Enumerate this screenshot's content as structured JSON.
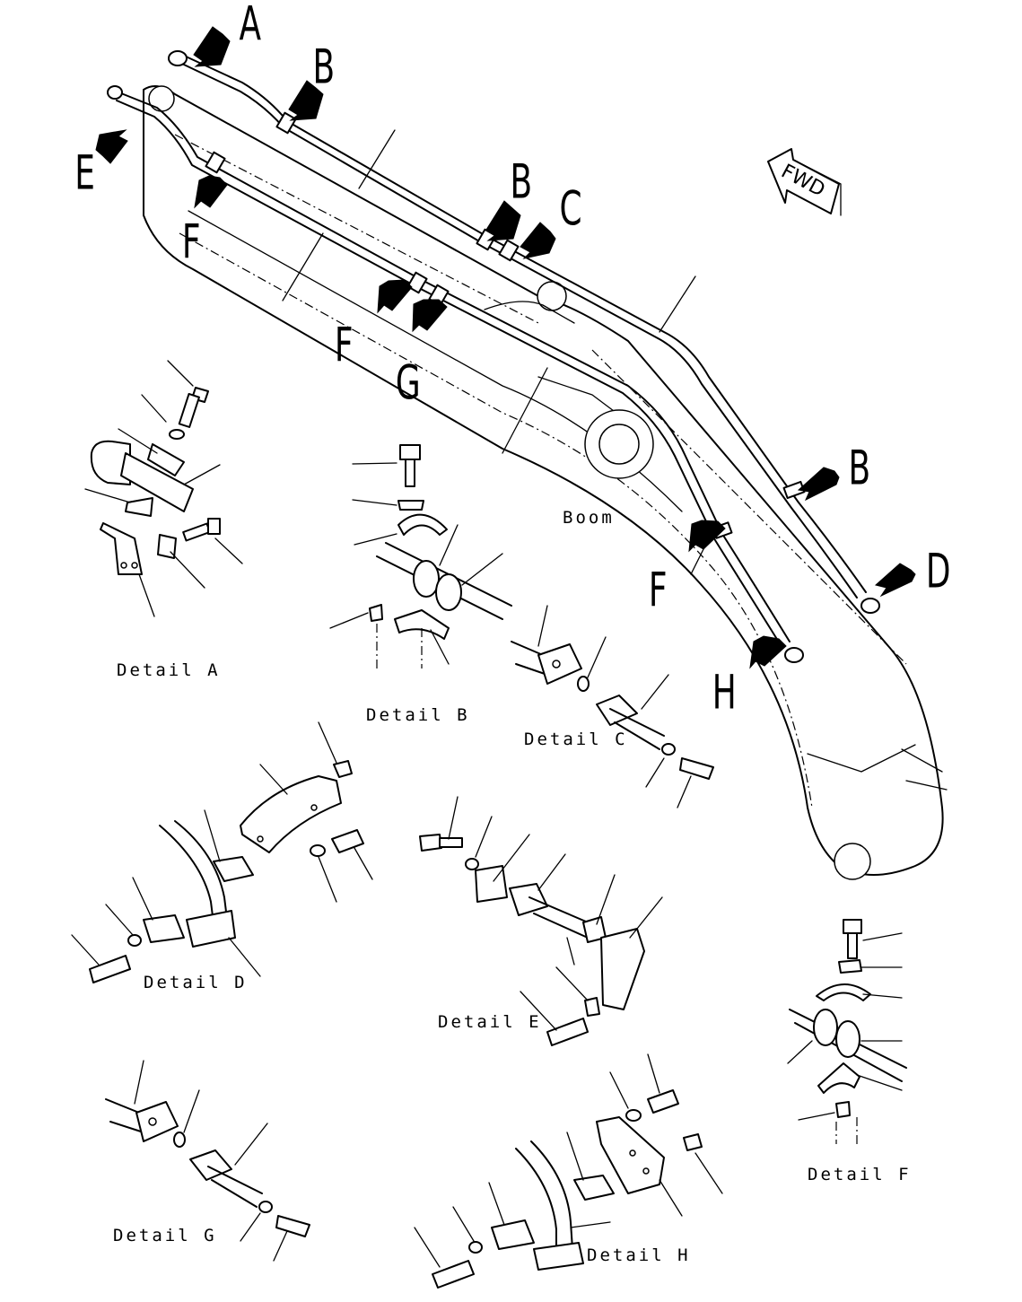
{
  "callouts": {
    "A": "A",
    "B": "B",
    "C": "C",
    "D": "D",
    "E": "E",
    "F": "F",
    "G": "G",
    "H": "H"
  },
  "boom_label": "Boom",
  "fwd_label": "FWD",
  "details": {
    "A": "Detail A",
    "B": "Detail B",
    "C": "Detail C",
    "D": "Detail D",
    "E": "Detail E",
    "F": "Detail F",
    "G": "Detail G",
    "H": "Detail H"
  }
}
